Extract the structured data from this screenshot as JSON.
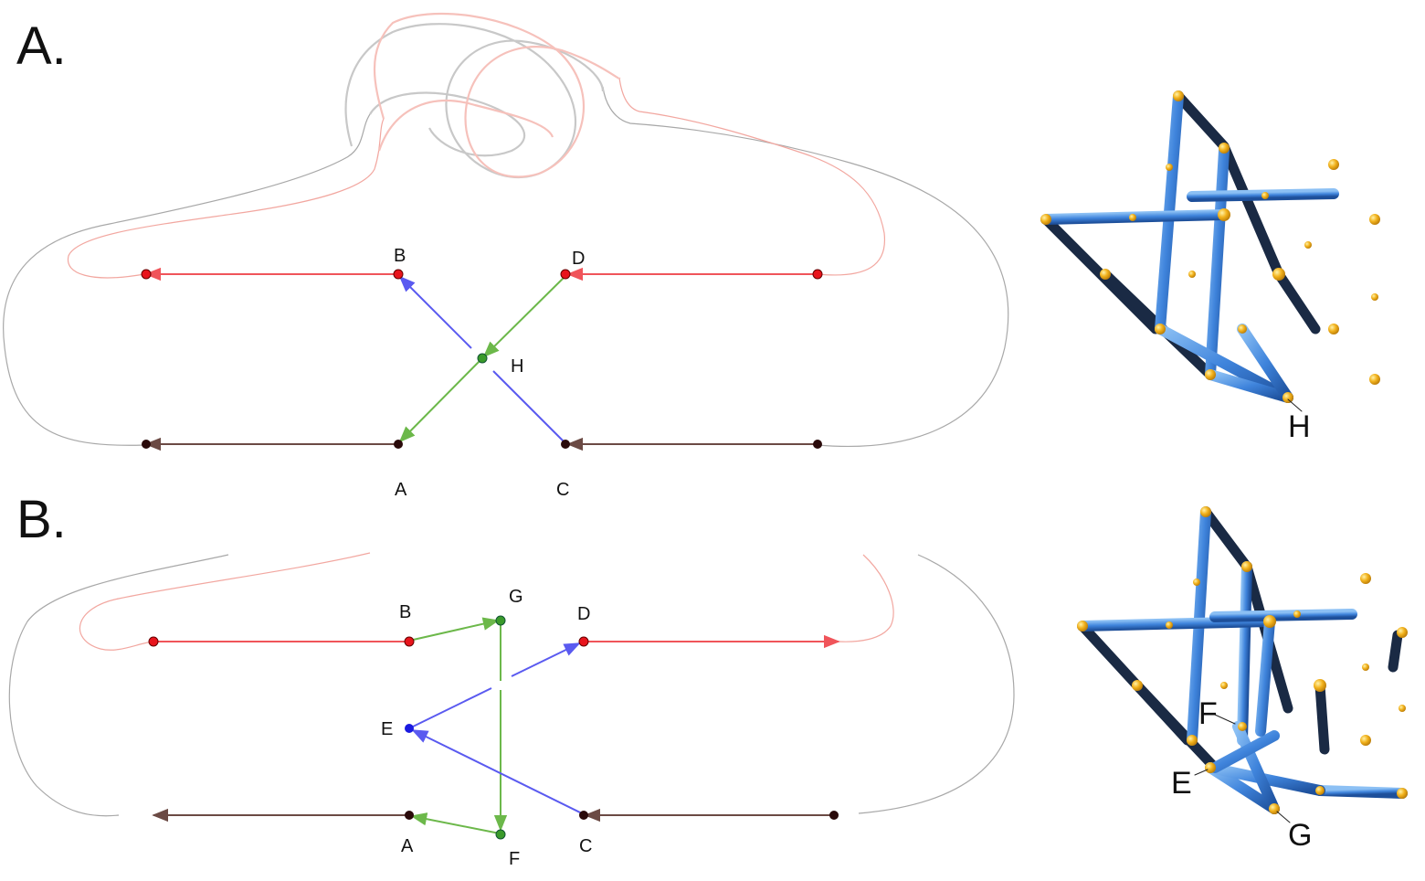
{
  "panels": [
    {
      "id": "A",
      "label": "A.",
      "nodes": [
        {
          "id": "B",
          "label": "B",
          "color": "#e8141c"
        },
        {
          "id": "D",
          "label": "D",
          "color": "#e8141c"
        },
        {
          "id": "H",
          "label": "H",
          "color": "#3a9a2a"
        },
        {
          "id": "A",
          "label": "A",
          "color": "#2a0a0a"
        },
        {
          "id": "C",
          "label": "C",
          "color": "#2a0a0a"
        }
      ],
      "cube_labels": [
        "H"
      ]
    },
    {
      "id": "B",
      "label": "B.",
      "nodes": [
        {
          "id": "B",
          "label": "B",
          "color": "#e8141c"
        },
        {
          "id": "G",
          "label": "G",
          "color": "#3a9a2a"
        },
        {
          "id": "D",
          "label": "D",
          "color": "#e8141c"
        },
        {
          "id": "E",
          "label": "E",
          "color": "#1a1ae0"
        },
        {
          "id": "A",
          "label": "A",
          "color": "#2a0a0a"
        },
        {
          "id": "F",
          "label": "F",
          "color": "#3a9a2a"
        },
        {
          "id": "C",
          "label": "C",
          "color": "#2a0a0a"
        }
      ],
      "cube_labels": [
        "F",
        "E",
        "G"
      ]
    }
  ],
  "colors": {
    "red_edge": "#f0545a",
    "blue_edge": "#5a5af0",
    "green_edge": "#6cb84a",
    "brown_edge": "#6b4a44",
    "tube_blue": "#3f84dc",
    "tube_dark": "#1a2a44",
    "joint_orange": "#f2b21c"
  }
}
